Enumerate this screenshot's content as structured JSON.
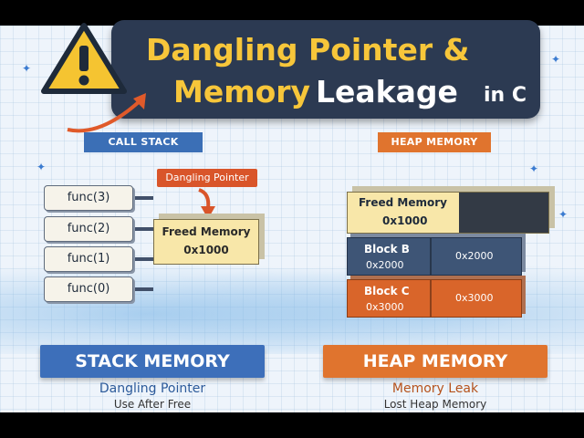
{
  "title": {
    "line1": "Dangling Pointer &",
    "line2_part1": "Memory",
    "line2_part2": "Leakage",
    "line2_part3": "in C"
  },
  "call_stack": {
    "label": "CALL STACK",
    "frames": [
      "func(3)",
      "func(2)",
      "func(1)",
      "func(0)"
    ],
    "pointer_tag": "Dangling Pointer",
    "freed_block": {
      "name": "Freed Memory",
      "address": "0x1000"
    }
  },
  "heap": {
    "label": "HEAP MEMORY",
    "freed_block": {
      "name": "Freed Memory",
      "address": "0x1000"
    },
    "block_b": {
      "name": "Block B",
      "address": "0x2000",
      "address_right": "0x2000"
    },
    "block_c": {
      "name": "Block C",
      "address": "0x3000",
      "address_right": "0x3000"
    }
  },
  "banners": {
    "stack": {
      "title": "STACK MEMORY",
      "subtitle": "Dangling Pointer",
      "detail": "Use After Free"
    },
    "heap": {
      "title": "HEAP MEMORY",
      "subtitle": "Memory Leak",
      "detail": "Lost Heap Memory"
    }
  },
  "colors": {
    "blue_accent": "#3d6fba",
    "orange_accent": "#e0742e",
    "title_panel": "#2c3a52",
    "title_yellow": "#f7c63a",
    "freed_yellow": "#f8e7a9",
    "warning_yellow": "#f5c431"
  },
  "icons": [
    "warning-triangle-icon",
    "curved-arrow-icon",
    "down-arrow-icon"
  ]
}
